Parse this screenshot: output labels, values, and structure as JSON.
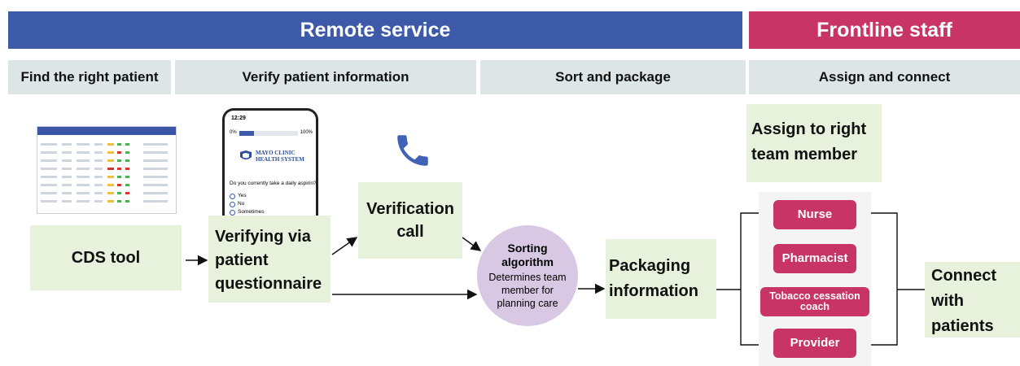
{
  "banners": {
    "remote": "Remote service",
    "frontline": "Frontline staff"
  },
  "phases": {
    "find": "Find the right patient",
    "verify": "Verify patient information",
    "sort": "Sort and package",
    "assign": "Assign and connect"
  },
  "nodes": {
    "cds": "CDS tool",
    "questionnaire": "Verifying via\npatient\nquestionnaire",
    "call": "Verification\ncall",
    "sorting_title": "Sorting\nalgorithm",
    "sorting_desc": "Determines team\nmember for\nplanning care",
    "packaging": "Packaging\ninformation",
    "assign": "Assign to right\nteam member",
    "connect": "Connect\nwith\npatients"
  },
  "roles": [
    "Nurse",
    "Pharmacist",
    "Tobacco cessation\ncoach",
    "Provider"
  ],
  "phone_screen": {
    "time": "12:29",
    "progress_start": "0%",
    "progress_end": "100%",
    "progress_value": 0.25,
    "logo_line1": "MAYO CLINIC",
    "logo_line2": "HEALTH SYSTEM",
    "question": "Do you currently take a daily aspirin?",
    "options": [
      "Yes",
      "No",
      "Sometimes"
    ]
  },
  "colors": {
    "remote_banner": "#3d5aa8",
    "frontline_banner": "#c93466",
    "phase_bg": "#dde5e6",
    "node_bg": "#e7f1db",
    "sorting_circle": "#d8c8e3",
    "phone_icon": "#3f63b8",
    "role_pill": "#c93466"
  }
}
